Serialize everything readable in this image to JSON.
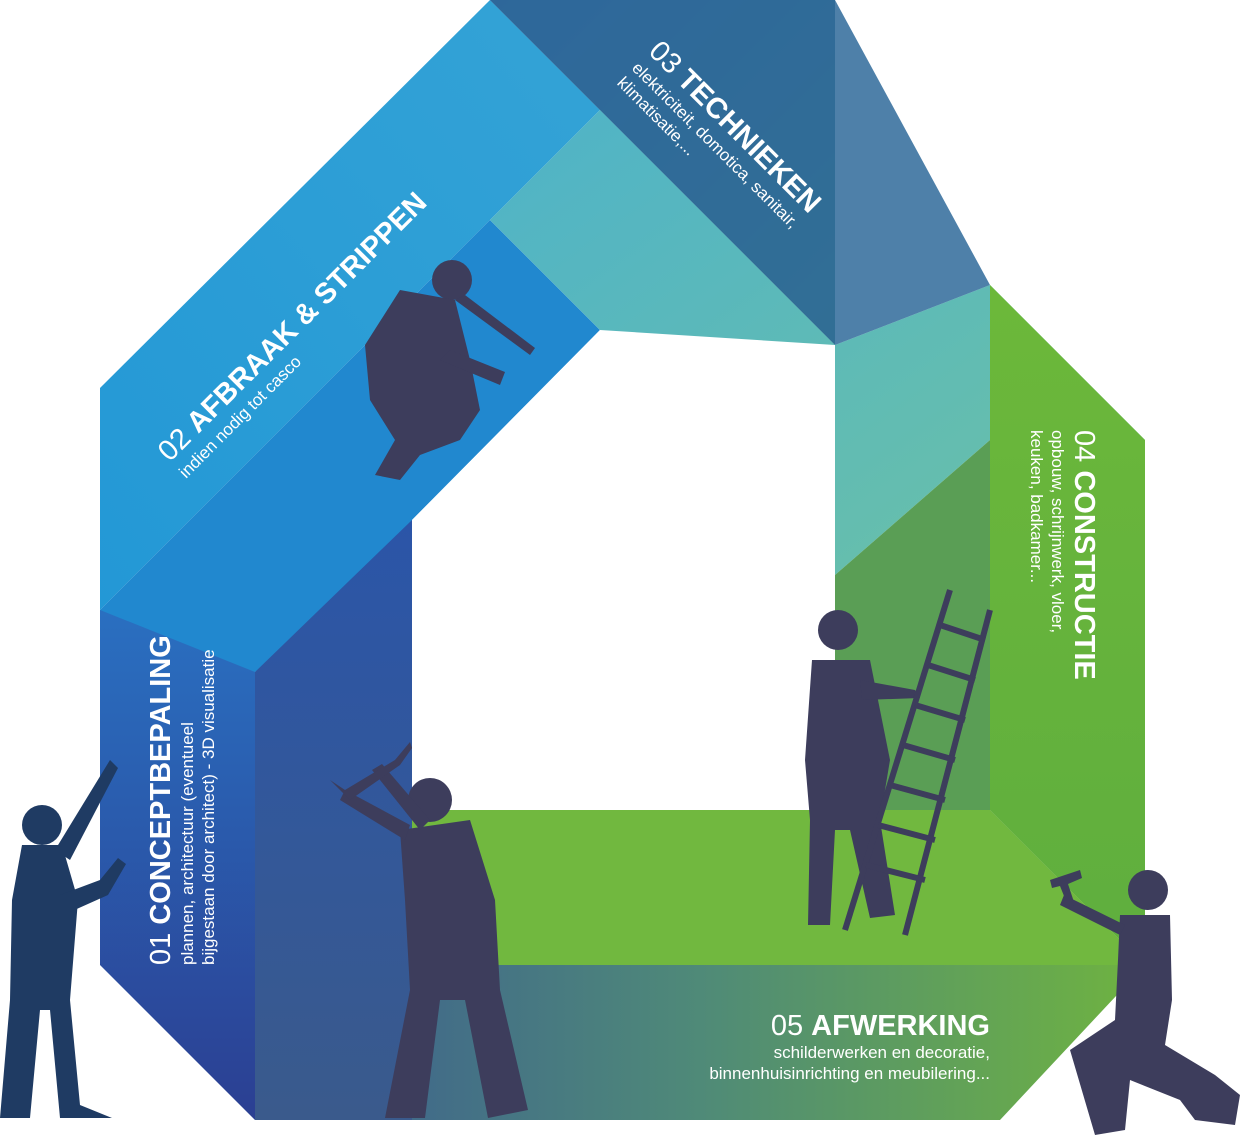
{
  "stages": [
    {
      "number": "01",
      "title": "CONCEPTBEPALING",
      "desc_lines": [
        "plannen, architectuur (eventueel",
        "bijgestaan door architect) - 3D visualisatie"
      ],
      "color": "#2b4f9c"
    },
    {
      "number": "02",
      "title": "AFBRAAK & STRIPPEN",
      "desc_lines": [
        "indien nodig tot casco"
      ],
      "color": "#2399d4"
    },
    {
      "number": "03",
      "title": "TECHNIEKEN",
      "desc_lines": [
        "elektriciteit, domotica, sanitair,",
        "klimatisatie,..."
      ],
      "color": "#5dbcb0"
    },
    {
      "number": "04",
      "title": "CONSTRUCTIE",
      "desc_lines": [
        "opbouw, schrijnwerk, vloer,",
        "keuken, badkamer..."
      ],
      "color": "#69b43c"
    },
    {
      "number": "05",
      "title": "AFWERKING",
      "desc_lines": [
        "schilderwerken en decoratie,",
        "binnenhuisinrichting en meubilering..."
      ],
      "color": "#5ba84a"
    }
  ],
  "figures": [
    {
      "name": "worker-pointing-icon",
      "color": "#1f3b63"
    },
    {
      "name": "worker-crowbar-icon",
      "color": "#3d3d5c"
    },
    {
      "name": "worker-jumping-icon",
      "color": "#3d3d5c"
    },
    {
      "name": "worker-ladder-icon",
      "color": "#3d3d5c"
    },
    {
      "name": "worker-hammer-icon",
      "color": "#3d3d5c"
    }
  ]
}
